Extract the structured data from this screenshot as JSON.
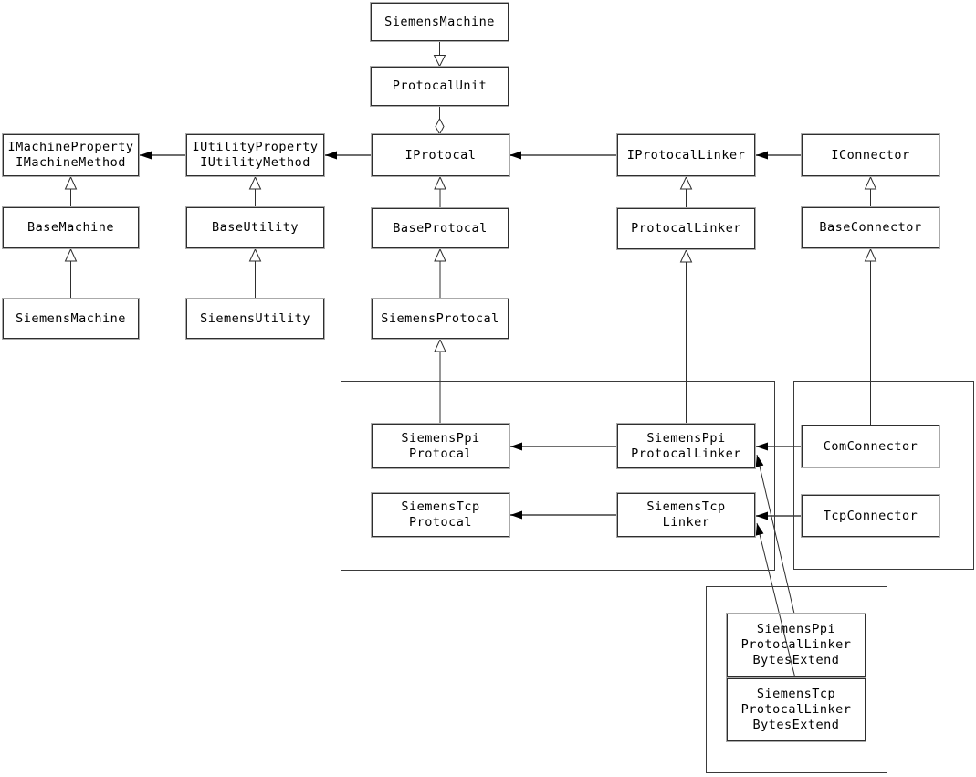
{
  "diagram": {
    "type": "uml-class-diagram",
    "colors": {
      "background": "#ffffff",
      "box_fill": "#ffffff",
      "box_border": "#2e2e2e",
      "box_border_halo": "#aaaaaa",
      "association_line": "#6e6e6e",
      "generalization_line": "#2e2e2e",
      "arrowhead_fill": "#000000",
      "text": "#000000"
    },
    "nodes": {
      "siemens_machine_top": "SiemensMachine",
      "protocal_unit": "ProtocalUnit",
      "imachine": "IMachineProperty\nIMachineMethod",
      "iutility": "IUtilityProperty\nIUtilityMethod",
      "iprotocal": "IProtocal",
      "iprotocal_linker": "IProtocalLinker",
      "iconnector": "IConnector",
      "base_machine": "BaseMachine",
      "base_utility": "BaseUtility",
      "base_protocal": "BaseProtocal",
      "protocal_linker": "ProtocalLinker",
      "base_connector": "BaseConnector",
      "siemens_machine": "SiemensMachine",
      "siemens_utility": "SiemensUtility",
      "siemens_protocal": "SiemensProtocal",
      "siemens_ppi_protocal": "SiemensPpi\nProtocal",
      "siemens_tcp_protocal": "SiemensTcp\nProtocal",
      "siemens_ppi_protocal_linker": "SiemensPpi\nProtocalLinker",
      "siemens_tcp_linker": "SiemensTcp\nLinker",
      "com_connector": "ComConnector",
      "tcp_connector": "TcpConnector",
      "siemens_ppi_protocal_linker_bytes_extend": "SiemensPpi\nProtocalLinker\nBytesExtend",
      "siemens_tcp_protocal_linker_bytes_extend": "SiemensTcp\nProtocalLinker\nBytesExtend"
    },
    "edges": [
      {
        "from": "siemens_machine_top",
        "to": "protocal_unit",
        "type": "hollow-triangle-arrow"
      },
      {
        "from": "protocal_unit",
        "to": "iprotocal",
        "type": "aggregation-hollow-diamond"
      },
      {
        "from": "iutility",
        "to": "imachine",
        "type": "association-filled-arrow"
      },
      {
        "from": "iprotocal",
        "to": "iutility",
        "type": "association-filled-arrow"
      },
      {
        "from": "iprotocal_linker",
        "to": "iprotocal",
        "type": "association-filled-arrow"
      },
      {
        "from": "iconnector",
        "to": "iprotocal_linker",
        "type": "association-filled-arrow"
      },
      {
        "from": "base_machine",
        "to": "imachine",
        "type": "generalization"
      },
      {
        "from": "base_utility",
        "to": "iutility",
        "type": "generalization"
      },
      {
        "from": "base_protocal",
        "to": "iprotocal",
        "type": "generalization"
      },
      {
        "from": "protocal_linker",
        "to": "iprotocal_linker",
        "type": "generalization"
      },
      {
        "from": "base_connector",
        "to": "iconnector",
        "type": "generalization"
      },
      {
        "from": "siemens_machine",
        "to": "base_machine",
        "type": "generalization"
      },
      {
        "from": "siemens_utility",
        "to": "base_utility",
        "type": "generalization"
      },
      {
        "from": "siemens_protocal",
        "to": "base_protocal",
        "type": "generalization"
      },
      {
        "from": "siemens_ppi_protocal",
        "to": "siemens_protocal",
        "type": "generalization"
      },
      {
        "from": "siemens_ppi_protocal_linker",
        "to": "protocal_linker",
        "type": "generalization"
      },
      {
        "from": "com_connector",
        "to": "base_connector",
        "type": "generalization"
      },
      {
        "from": "siemens_ppi_protocal_linker",
        "to": "siemens_ppi_protocal",
        "type": "association-filled-arrow"
      },
      {
        "from": "siemens_tcp_linker",
        "to": "siemens_tcp_protocal",
        "type": "association-filled-arrow"
      },
      {
        "from": "com_connector",
        "to": "siemens_ppi_protocal_linker",
        "type": "association-filled-arrow"
      },
      {
        "from": "tcp_connector",
        "to": "siemens_tcp_linker",
        "type": "association-filled-arrow"
      },
      {
        "from": "siemens_ppi_protocal_linker_bytes_extend",
        "to": "siemens_ppi_protocal_linker",
        "type": "association-filled-arrow"
      },
      {
        "from": "siemens_tcp_protocal_linker_bytes_extend",
        "to": "siemens_tcp_linker",
        "type": "association-filled-arrow"
      }
    ]
  }
}
